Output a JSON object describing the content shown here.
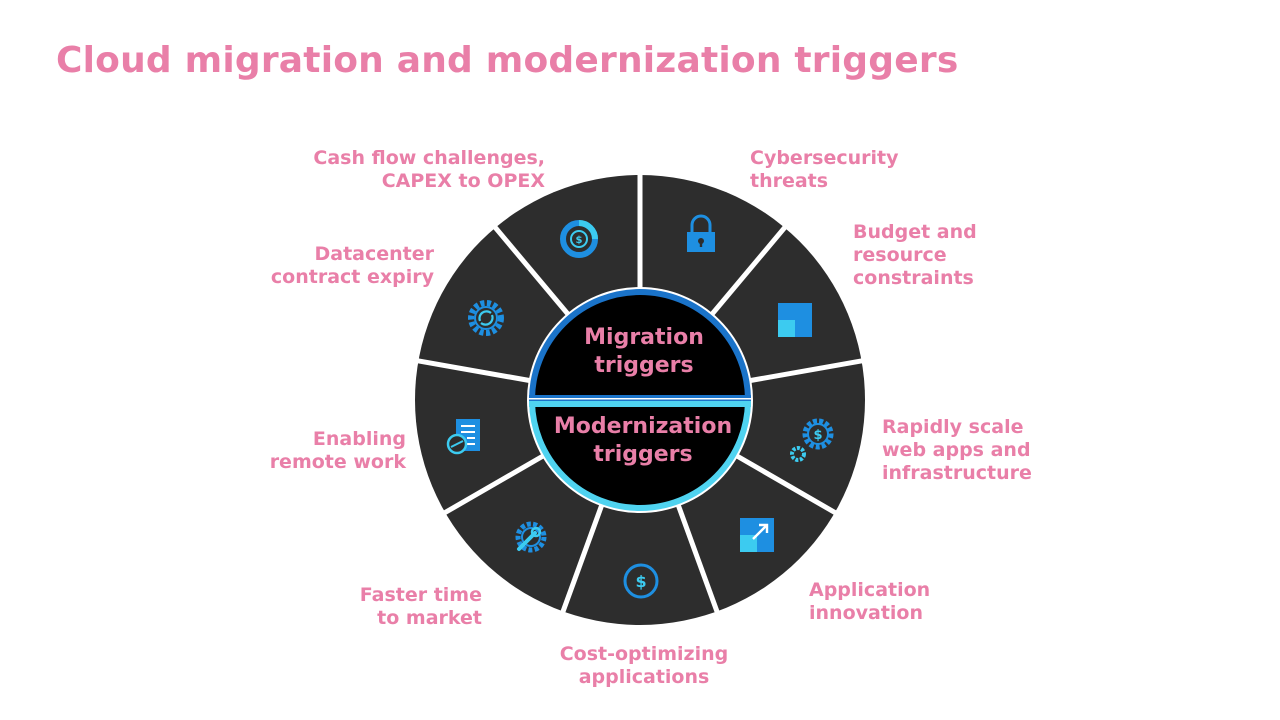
{
  "title": "Cloud migration and modernization triggers",
  "center": {
    "top": [
      "Migration",
      "triggers"
    ],
    "bottom": [
      "Modernization",
      "triggers"
    ]
  },
  "segments": [
    {
      "id": "cashflow",
      "icon": "dollar-donut-icon",
      "label": [
        "Cash flow challenges,",
        "CAPEX to OPEX"
      ]
    },
    {
      "id": "cyber",
      "icon": "lock-icon",
      "label": [
        "Cybersecurity",
        "threats"
      ]
    },
    {
      "id": "budget",
      "icon": "squares-icon",
      "label": [
        "Budget and",
        "resource",
        "constraints"
      ]
    },
    {
      "id": "scale",
      "icon": "dollar-gear-icon",
      "label": [
        "Rapidly scale",
        "web apps and",
        "infrastructure"
      ]
    },
    {
      "id": "appinno",
      "icon": "arrow-square-icon",
      "label": [
        "Application",
        "innovation"
      ]
    },
    {
      "id": "costopt",
      "icon": "dollar-circle-icon",
      "label": [
        "Cost-optimizing",
        "applications"
      ]
    },
    {
      "id": "faster",
      "icon": "gear-wrench-icon",
      "label": [
        "Faster time",
        "to market"
      ]
    },
    {
      "id": "remote",
      "icon": "document-globe-icon",
      "label": [
        "Enabling",
        "remote work"
      ]
    },
    {
      "id": "datacenter",
      "icon": "gear-sync-icon",
      "label": [
        "Datacenter",
        "contract expiry"
      ]
    }
  ],
  "colors": {
    "accent": "#e97fa8",
    "segment": "#2d2d2d",
    "core": "#000000",
    "ring_top": "#1a73c9",
    "ring_bottom": "#4fd3f0",
    "icon_blue": "#1e8fe1",
    "icon_cyan": "#3ccbf0"
  }
}
